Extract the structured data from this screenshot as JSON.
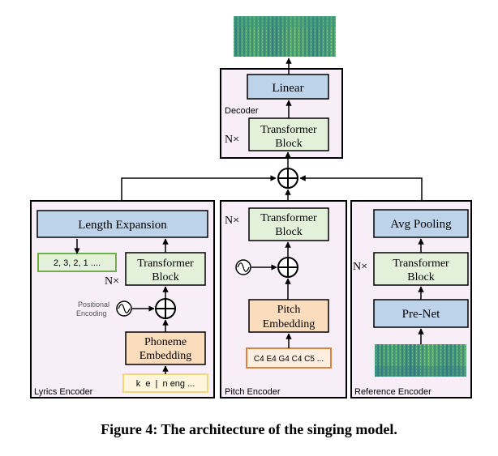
{
  "caption": "Figure 4: The architecture of the singing model.",
  "decoder": {
    "label": "Decoder",
    "linear": "Linear",
    "transformer_line1": "Transformer",
    "transformer_line2": "Block",
    "repeat": "N×"
  },
  "lyrics_encoder": {
    "label": "Lyrics Encoder",
    "length_expansion": "Length Expansion",
    "durations": "2, 3, 2, 1 ....",
    "transformer_line1": "Transformer",
    "transformer_line2": "Block",
    "repeat": "N×",
    "positional_line1": "Positional",
    "positional_line2": "Encoding",
    "embedding_line1": "Phoneme",
    "embedding_line2": "Embedding",
    "input": "k  e  |  n eng ..."
  },
  "pitch_encoder": {
    "label": "Pitch Encoder",
    "transformer_line1": "Transformer",
    "transformer_line2": "Block",
    "repeat": "N×",
    "embedding_line1": "Pitch",
    "embedding_line2": "Embedding",
    "input": "C4 E4 G4 C4 C5 ..."
  },
  "reference_encoder": {
    "label": "Reference Encoder",
    "pooling": "Avg Pooling",
    "transformer_line1": "Transformer",
    "transformer_line2": "Block",
    "repeat": "N×",
    "prenet": "Pre-Net"
  },
  "colors": {
    "blue_box": "#bdd3ea",
    "green_box": "#e3f1db",
    "orange_box": "#fbdcbc",
    "panel_fill": "#f8eef8",
    "pitch_input_border": "#e0823a",
    "duration_border": "#6fae4c",
    "lyrics_input_border": "#f2d778"
  }
}
